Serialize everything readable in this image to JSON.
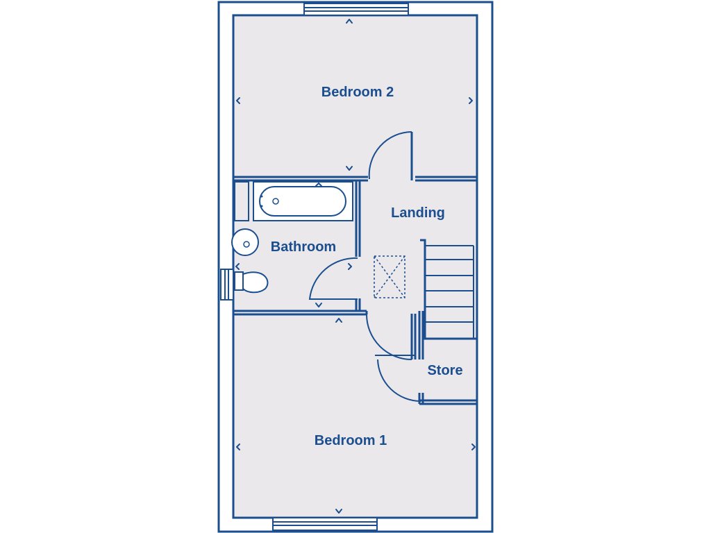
{
  "rooms": {
    "bedroom2": "Bedroom 2",
    "landing": "Landing",
    "bathroom": "Bathroom",
    "store": "Store",
    "bedroom1": "Bedroom 1"
  },
  "colors": {
    "line": "#1a4e8e",
    "floor": "#ebe8ec",
    "background": "#ffffff"
  },
  "icons": [
    "bath-icon",
    "basin-icon",
    "toilet-icon",
    "loft-hatch-icon",
    "staircase",
    "radiator-icon"
  ]
}
